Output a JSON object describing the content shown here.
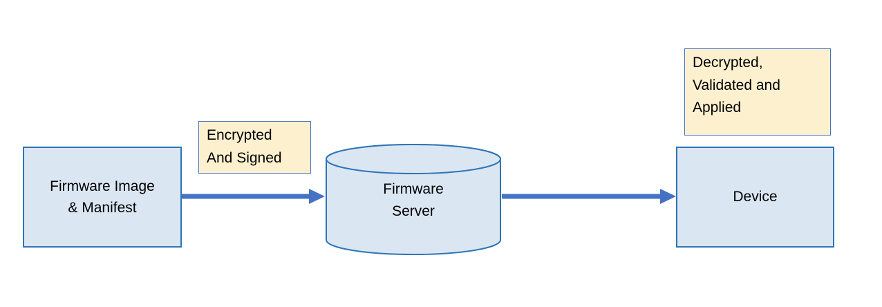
{
  "colors": {
    "background": "#ffffff",
    "node_fill": "#dbe6f3",
    "node_border": "#2e75b6",
    "note_fill": "#fcf0cf",
    "note_border": "#4472c4",
    "arrow": "#4472c4",
    "text": "#000000"
  },
  "nodes": {
    "firmware_image": {
      "label": "Firmware Image\n& Manifest"
    },
    "firmware_server": {
      "label": "Firmware\nServer"
    },
    "device": {
      "label": "Device"
    }
  },
  "notes": {
    "encrypted_signed": {
      "label": "Encrypted\nAnd Signed"
    },
    "decrypted_validated": {
      "label": "Decrypted,\nValidated and\nApplied"
    }
  }
}
